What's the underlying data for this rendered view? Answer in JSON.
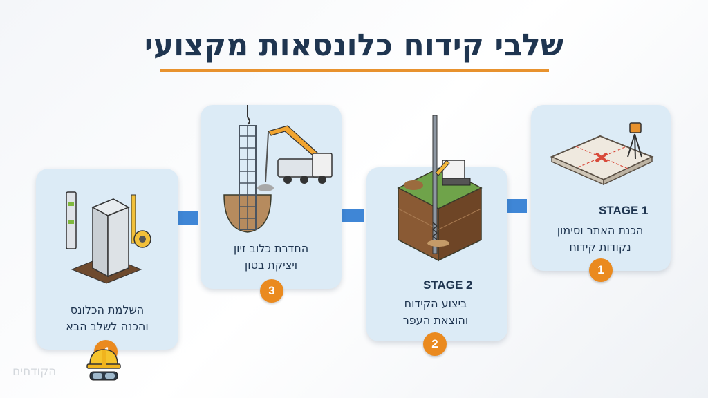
{
  "title": "שלבי קידוח כלונסאות מקצועי",
  "steps": [
    {
      "stage_label": "STAGE 1",
      "line1": "הכנת האתר וסימון",
      "line2": "נקודות קידוח",
      "number": "1"
    },
    {
      "stage_label": "STAGE 2",
      "line1": "ביצוע הקידוח",
      "line2": "והוצאת העפר",
      "number": "2"
    },
    {
      "stage_label": "",
      "line1": "החדרת כלוב זיון",
      "line2": "ויציקת בטון",
      "number": "3"
    },
    {
      "stage_label": "",
      "line1": "השלמת הכלונס",
      "line2": "והכנה לשלב הבא",
      "number": "4"
    }
  ],
  "watermark": "הקודחים",
  "colors": {
    "accent": "#e8922e",
    "arrow": "#3f86d6",
    "card": "#dcebf6",
    "title": "#1f3550"
  }
}
